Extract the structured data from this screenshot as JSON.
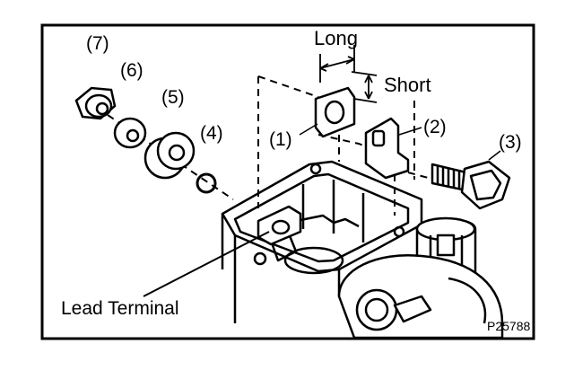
{
  "callouts": {
    "p1": "(1)",
    "p2": "(2)",
    "p3": "(3)",
    "p4": "(4)",
    "p5": "(5)",
    "p6": "(6)",
    "p7": "(7)"
  },
  "dimensions": {
    "long": "Long",
    "short": "Short"
  },
  "lead_terminal": "Lead Terminal",
  "figure_code": "P25788"
}
